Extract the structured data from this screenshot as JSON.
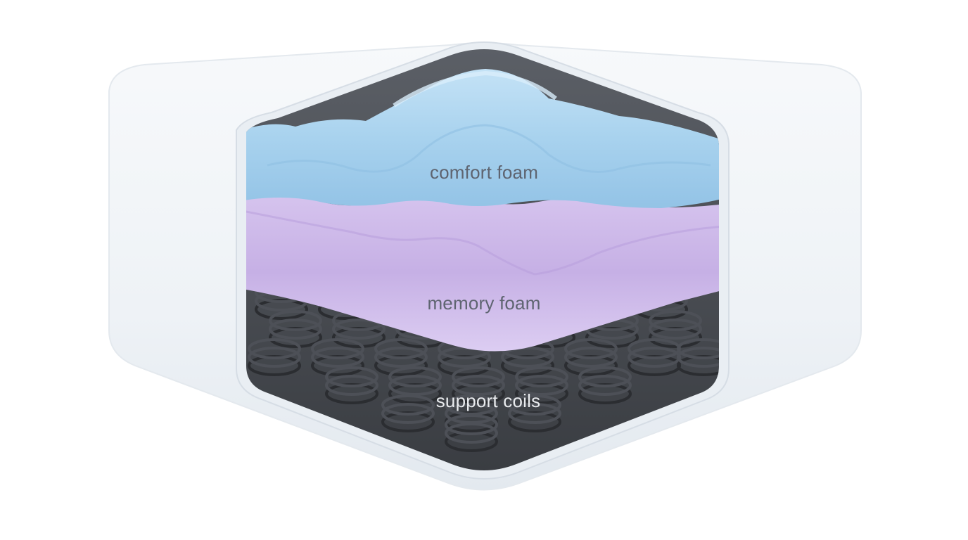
{
  "diagram": {
    "layers": [
      {
        "id": "comfort",
        "label": "comfort foam",
        "color": "#a9d3ef"
      },
      {
        "id": "memory",
        "label": "memory foam",
        "color": "#c7b1e6"
      },
      {
        "id": "coils",
        "label": "support coils",
        "color": "#43464c"
      }
    ],
    "casing_color": "#f2f5f8"
  }
}
